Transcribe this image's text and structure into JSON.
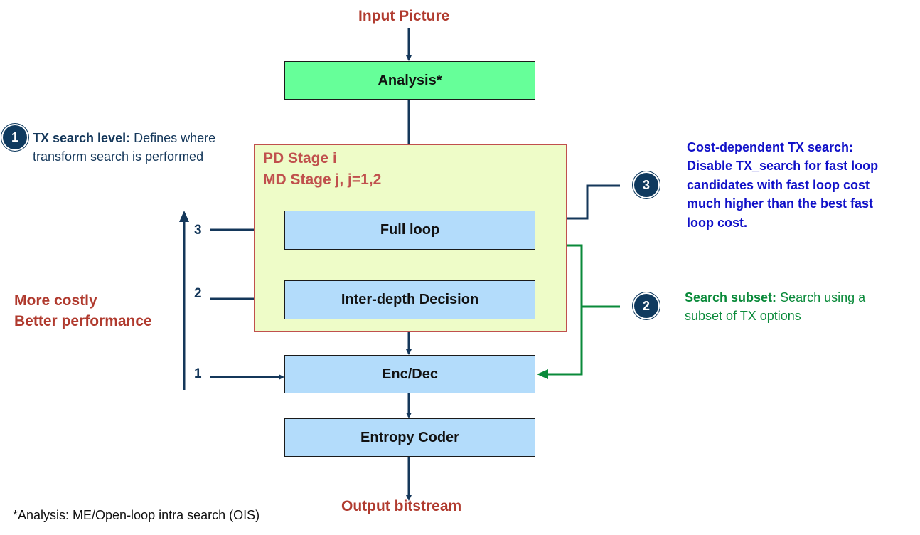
{
  "input_label": "Input Picture",
  "output_label": "Output bitstream",
  "boxes": {
    "analysis": "Analysis*",
    "full_loop": "Full loop",
    "inter_depth": "Inter-depth Decision",
    "enc_dec": "Enc/Dec",
    "entropy": "Entropy Coder"
  },
  "region": {
    "line1": "PD Stage i",
    "line2": "MD Stage j, j=1,2"
  },
  "side": {
    "line1": "More costly",
    "line2": "Better performance",
    "level3": "3",
    "level2": "2",
    "level1": "1"
  },
  "note1": {
    "badge": "1",
    "bold": "TX search level:",
    "rest1": " Defines where",
    "line2": "transform search is performed"
  },
  "note2": {
    "badge": "2",
    "bold": "Search subset:",
    "rest1": " Search using a",
    "line2": "subset of TX options"
  },
  "note3": {
    "badge": "3",
    "title": "Cost-dependent TX search:",
    "line2": "Disable TX_search for fast loop",
    "line3": "candidates with fast loop cost",
    "line4": "much higher than the best fast",
    "line5": "loop cost."
  },
  "footnote": "*Analysis: ME/Open-loop intra search (OIS)",
  "colors": {
    "navy": "#14375a",
    "green_arrow": "#0a8a3a",
    "red_text": "#b03a2e",
    "box_blue": "#b3dcfb",
    "box_green": "#66ff99",
    "region_fill": "#eefcc8"
  }
}
